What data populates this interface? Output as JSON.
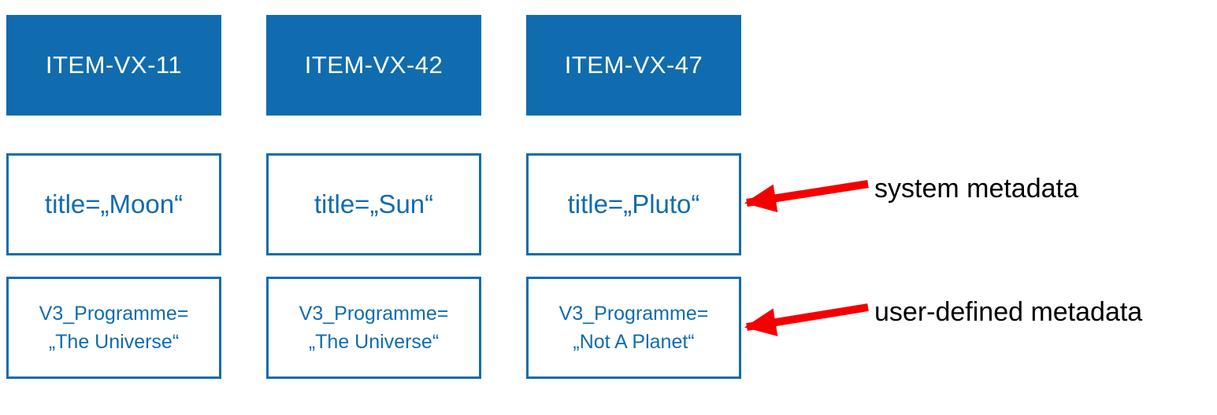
{
  "colors": {
    "box_blue": "#106cae",
    "arrow_red": "#f40000",
    "annotation_black": "#000000",
    "background_white": "#ffffff"
  },
  "columns": [
    {
      "item_id": "ITEM-VX-11",
      "system_metadata": "title=„Moon“",
      "user_metadata_line1": "V3_Programme=",
      "user_metadata_line2": "„The Universe“"
    },
    {
      "item_id": "ITEM-VX-42",
      "system_metadata": "title=„Sun“",
      "user_metadata_line1": "V3_Programme=",
      "user_metadata_line2": "„The Universe“"
    },
    {
      "item_id": "ITEM-VX-47",
      "system_metadata": "title=„Pluto“",
      "user_metadata_line1": "V3_Programme=",
      "user_metadata_line2": "„Not A Planet“"
    }
  ],
  "annotations": {
    "system_label": "system metadata",
    "user_label": "user-defined metadata"
  }
}
